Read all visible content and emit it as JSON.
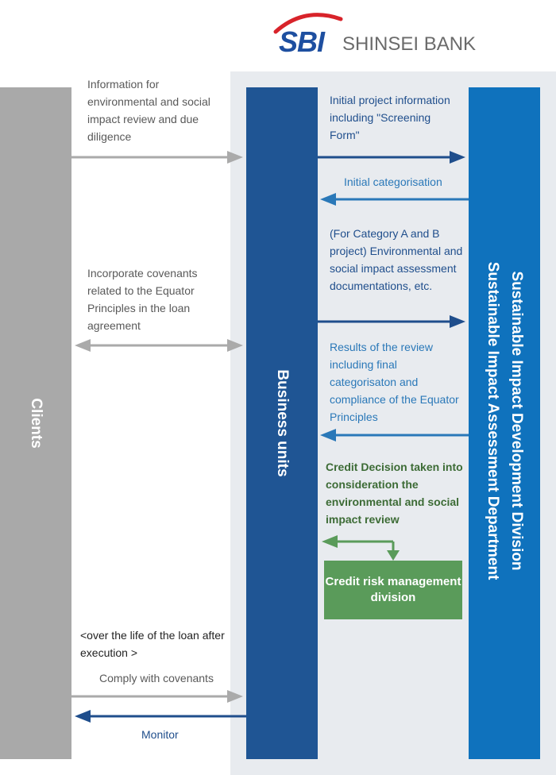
{
  "logo": {
    "mark": "SBI",
    "text": "SHINSEI BANK",
    "mark_color": "#1e4fa0",
    "swoosh_color": "#d8232a"
  },
  "columns": {
    "clients": "Clients",
    "business_units": "Business units",
    "sid_line1": "Sustainable Impact Development Division",
    "sid_line2": "Sustainable Impact Assessment Department"
  },
  "flows": {
    "info_review": "Information for environmental and social impact review and due diligence",
    "covenants": "Incorporate covenants related to the Equator Principles in the loan agreement",
    "initial_info": "Initial project information including \"Screening Form\"",
    "initial_cat": "Initial categorisation",
    "category_ab": "(For Category A and B project) Environmental and social impact assessment documentations, etc.",
    "results": "Results of the review including final categorisaton and compliance of the Equator Principles",
    "credit_decision": "Credit Decision taken into consideration the environmental and social impact review",
    "credit_box": "Credit risk management division",
    "over_life": "<over the life of the loan after execution >",
    "comply": "Comply with covenants",
    "monitor": "Monitor"
  },
  "colors": {
    "clients": "#a9a9a9",
    "business_units": "#1f5594",
    "sid": "#0f72bd",
    "credit": "#5a9b5a",
    "panel": "#e8ebef"
  }
}
